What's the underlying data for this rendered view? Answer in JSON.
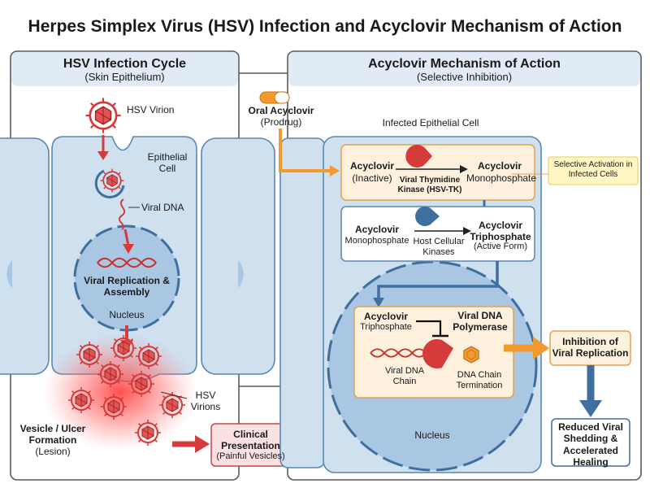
{
  "title": "Herpes Simplex Virus (HSV) Infection and Acyclovir Mechanism of Action",
  "left_panel": {
    "heading": "HSV Infection Cycle",
    "subheading": "(Skin Epithelium)",
    "virion_label": "HSV Virion",
    "epithelial_cell_label": "Epithelial Cell",
    "viral_dna_label": "Viral DNA",
    "replication_label": "Viral Replication & Assembly",
    "nucleus_label": "Nucleus",
    "virions_label": "HSV Virions",
    "vesicle_label": "Vesicle / Ulcer Formation",
    "lesion_label": "(Lesion)",
    "clinical_title": "Clinical Presentation",
    "clinical_sub": "(Painful Vesicles)"
  },
  "right_panel": {
    "heading": "Acyclovir Mechanism of Action",
    "subheading": "(Selective Inhibition)",
    "oral_label": "Oral Acyclovir",
    "prodrug_label": "(Prodrug)",
    "infected_cell_label": "Infected Epithelial Cell",
    "step1": {
      "left_title": "Acyclovir",
      "left_sub": "(Inactive)",
      "enzyme": "Viral Thymidine Kinase (HSV-TK)",
      "right_title": "Acyclovir",
      "right_sub": "Monophosphate"
    },
    "selective_note": "Selective Activation in Infected Cells",
    "step2": {
      "left_title": "Acyclovir",
      "left_sub": "Monophosphate",
      "enzyme": "Host Cellular Kinases",
      "right_title": "Acyclovir Triphosphate",
      "right_sub": "(Active Form)"
    },
    "step3": {
      "left_title": "Acyclovir",
      "left_sub": "Triphosphate",
      "polymerase": "Viral DNA Polymerase",
      "dna_chain": "Viral DNA Chain",
      "termination": "DNA Chain Termination"
    },
    "nucleus_label": "Nucleus",
    "inhibition": "Inhibition of Viral Replication",
    "outcome": "Reduced Viral Shedding & Accelerated Healing"
  },
  "colors": {
    "cell_fill": "#cfe0ef",
    "cell_stroke": "#5b86b0",
    "nucleus_fill": "#a9c6e3",
    "virus_red": "#d63b3b",
    "drug_orange": "#f39a2e",
    "step_fill": "#fdf1de",
    "arrow_blue": "#3f6f9f",
    "note_yellow": "#fff6c2"
  }
}
